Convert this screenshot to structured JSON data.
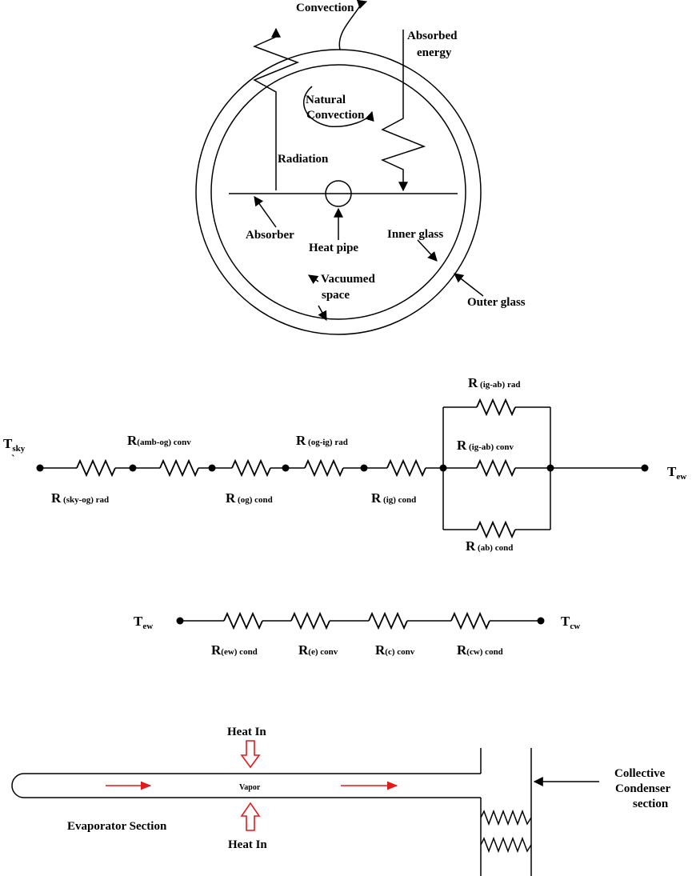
{
  "collector": {
    "convection": "Convection",
    "absorbed_energy_line1": "Absorbed",
    "absorbed_energy_line2": "energy",
    "natural_convection_line1": "Natural",
    "natural_convection_line2": "Convection",
    "radiation": "Radiation",
    "absorber": "Absorber",
    "heat_pipe": "Heat pipe",
    "inner_glass": "Inner glass",
    "vacuumed_space_line1": "Vacuumed",
    "vacuumed_space_line2": "space",
    "outer_glass": "Outer glass"
  },
  "network1": {
    "t_sky": {
      "main": "T",
      "sub": "sky"
    },
    "t_ew": {
      "main": "T",
      "sub": "ew"
    },
    "stray_mark": "`",
    "r_sky_og_rad": {
      "main": "R",
      "sub": " (sky-og) rad"
    },
    "r_amb_og_conv": {
      "main": "R",
      "sub": "(amb-og) conv"
    },
    "r_og_cond": {
      "main": "R",
      "sub": " (og) cond"
    },
    "r_og_ig_rad": {
      "main": "R",
      "sub": " (og-ig) rad"
    },
    "r_ig_cond": {
      "main": "R",
      "sub": " (ig) cond"
    },
    "r_ig_ab_rad": {
      "main": "R",
      "sub": " (ig-ab) rad"
    },
    "r_ig_ab_conv": {
      "main": "R",
      "sub": " (ig-ab) conv"
    },
    "r_ab_cond": {
      "main": "R",
      "sub": " (ab) cond"
    }
  },
  "network2": {
    "t_ew": {
      "main": "T",
      "sub": "ew"
    },
    "t_cw": {
      "main": "T",
      "sub": "cw"
    },
    "r_ew_cond": {
      "main": "R",
      "sub": "(ew) cond"
    },
    "r_e_conv": {
      "main": "R",
      "sub": "(e) conv"
    },
    "r_c_conv": {
      "main": "R",
      "sub": "(c) conv"
    },
    "r_cw_cond": {
      "main": "R",
      "sub": "(cw) cond"
    }
  },
  "heat_pipe": {
    "heat_in_top": "Heat In",
    "heat_in_bottom": "Heat In",
    "vapor": "Vapor",
    "evaporator_section": "Evaporator Section",
    "condenser_line1": "Collective",
    "condenser_line2": "Condenser",
    "condenser_line3": "section"
  },
  "colors": {
    "line": "#000000",
    "flow_arrow": "#e31a1a",
    "heat_arrow": "#e31a1a"
  }
}
